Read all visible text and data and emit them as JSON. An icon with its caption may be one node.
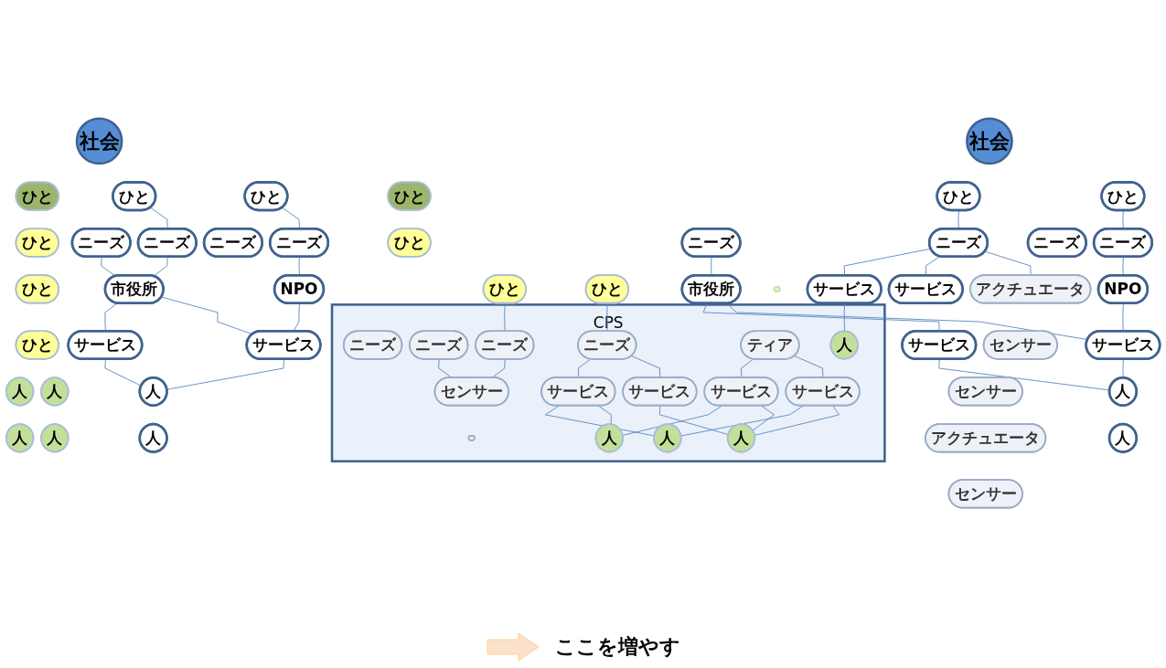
{
  "diagram": {
    "nodes": [
      {
        "text": [
          "社会"
        ]
      },
      {
        "text": [
          "ひと"
        ]
      },
      {
        "text": [
          "ひと"
        ]
      },
      {
        "text": [
          "ひと"
        ]
      },
      {
        "text": [
          "ひと"
        ]
      },
      {
        "text": [
          "ひと"
        ]
      },
      {
        "text": [
          "ひと"
        ]
      },
      {
        "text": [
          "ニーズ"
        ]
      },
      {
        "text": [
          "ニーズ"
        ]
      },
      {
        "text": [
          "ニーズ"
        ]
      },
      {
        "text": [
          "ニーズ"
        ]
      },
      {
        "text": [
          "NPO"
        ]
      },
      {
        "text": [
          "市役所"
        ]
      },
      {
        "text": [
          "サービス"
        ]
      },
      {
        "text": [
          "サービス"
        ]
      },
      {
        "text": [
          "人"
        ]
      },
      {
        "text": [
          "人"
        ]
      },
      {
        "text": [
          "人"
        ]
      },
      {
        "text": [
          "人"
        ]
      },
      {
        "text": [
          "人"
        ]
      },
      {
        "text": [
          "人"
        ]
      },
      {
        "text": [
          "社会"
        ]
      },
      {
        "text": [
          "ひと"
        ]
      },
      {
        "text": [
          "ひと"
        ]
      },
      {
        "text": [
          "ひと"
        ]
      },
      {
        "text": [
          "ひと"
        ]
      },
      {
        "text": [
          "ひと"
        ]
      },
      {
        "text": [
          "ひと"
        ]
      },
      {
        "text": [
          "ニーズ"
        ]
      },
      {
        "text": [
          "ニーズ"
        ]
      },
      {
        "text": [
          "ニーズ"
        ]
      },
      {
        "text": [
          "ニーズ"
        ]
      },
      {
        "text": [
          "NPO"
        ]
      },
      {
        "text": [
          "市役所"
        ]
      },
      {
        "text": [
          "サービス"
        ]
      },
      {
        "text": [
          "サービス"
        ]
      },
      {
        "text": [
          "人"
        ]
      },
      {
        "text": [
          "人"
        ]
      },
      {
        "text": [
          "CPS"
        ]
      },
      {
        "text": [
          "ニーズ"
        ],
        "in": 38
      },
      {
        "text": [
          "ニーズ"
        ],
        "in": 38
      },
      {
        "text": [
          "ニーズ"
        ],
        "in": 38
      },
      {
        "text": [
          "ニーズ"
        ],
        "in": 38
      },
      {
        "text": [
          "アクチュエータ"
        ]
      },
      {
        "text": [
          "センサー"
        ],
        "in": 38
      },
      {
        "text": [],
        "shape": "ellipse",
        "in": 38
      },
      {
        "text": [],
        "shape": "ellipse"
      },
      {
        "text": [
          "センサー"
        ]
      },
      {
        "text": [
          "センサー"
        ]
      },
      {
        "text": [
          "ティア"
        ],
        "in": 38
      },
      {
        "text": [
          "アクチュエータ"
        ]
      },
      {
        "text": [
          "センサー"
        ]
      },
      {
        "text": [
          "サービス"
        ]
      },
      {
        "text": [
          "サービス"
        ]
      },
      {
        "text": [
          "サービス"
        ],
        "in": 38
      },
      {
        "text": [
          "サービス"
        ],
        "in": 38
      },
      {
        "text": [
          "サービス"
        ],
        "in": 38
      },
      {
        "text": [
          "サービス"
        ],
        "in": 38
      },
      {
        "text": [
          "人"
        ],
        "in": 38
      },
      {
        "text": [
          "人"
        ],
        "in": 38
      },
      {
        "text": [
          "人"
        ],
        "in": 38
      },
      {
        "text": [
          "人"
        ],
        "in": 38
      }
    ],
    "edges": [
      {
        "from": 5,
        "to": 7,
        "arrow": "none"
      },
      {
        "from": 6,
        "to": 10,
        "arrow": "none"
      },
      {
        "from": 7,
        "to": 11,
        "arrow": "none"
      },
      {
        "from": 9,
        "to": 12,
        "arrow": "none"
      },
      {
        "from": 10,
        "to": 12,
        "arrow": "none"
      },
      {
        "from": 12,
        "to": 13,
        "arrow": "none"
      },
      {
        "from": 12,
        "to": 14,
        "arrow": "none"
      },
      {
        "from": 11,
        "to": 13,
        "arrow": "none"
      },
      {
        "from": 13,
        "to": 15,
        "arrow": "none"
      },
      {
        "from": 14,
        "to": 15,
        "arrow": "none"
      },
      {
        "from": 26,
        "to": 28,
        "arrow": "none"
      },
      {
        "from": 27,
        "to": 31,
        "arrow": "none"
      },
      {
        "from": 28,
        "to": 32,
        "arrow": "none"
      },
      {
        "from": 30,
        "to": 33,
        "arrow": "none"
      },
      {
        "from": 31,
        "to": 43,
        "arrow": "none"
      },
      {
        "from": 33,
        "to": 34,
        "arrow": "none"
      },
      {
        "from": 33,
        "to": 35,
        "arrow": "none"
      },
      {
        "from": 32,
        "to": 34,
        "arrow": "none"
      },
      {
        "from": 34,
        "to": 36,
        "arrow": "none"
      },
      {
        "from": 35,
        "to": 36,
        "arrow": "none"
      },
      {
        "from": 31,
        "to": 52,
        "arrow": "none"
      },
      {
        "from": 31,
        "to": 53,
        "arrow": "none"
      },
      {
        "from": 23,
        "to": 42,
        "arrow": "none"
      },
      {
        "from": 25,
        "to": 41,
        "arrow": "none"
      },
      {
        "from": 40,
        "to": 44,
        "arrow": "none"
      },
      {
        "from": 41,
        "to": 44,
        "arrow": "none"
      },
      {
        "from": 42,
        "to": 56,
        "arrow": "none"
      },
      {
        "from": 42,
        "to": 57,
        "arrow": "none"
      },
      {
        "from": 49,
        "to": 54,
        "arrow": "none"
      },
      {
        "from": 49,
        "to": 55,
        "arrow": "none"
      },
      {
        "from": 54,
        "to": 58,
        "arrow": "none"
      },
      {
        "from": 54,
        "to": 59,
        "arrow": "none"
      },
      {
        "from": 55,
        "to": 58,
        "arrow": "none"
      },
      {
        "from": 55,
        "to": 61,
        "arrow": "none"
      },
      {
        "from": 56,
        "to": 58,
        "arrow": "none"
      },
      {
        "from": 57,
        "to": 61,
        "arrow": "none"
      },
      {
        "from": 57,
        "to": 59,
        "arrow": "none"
      },
      {
        "from": 53,
        "to": 60,
        "arrow": "none"
      }
    ],
    "labels": [
      "ここを増やす"
    ]
  }
}
